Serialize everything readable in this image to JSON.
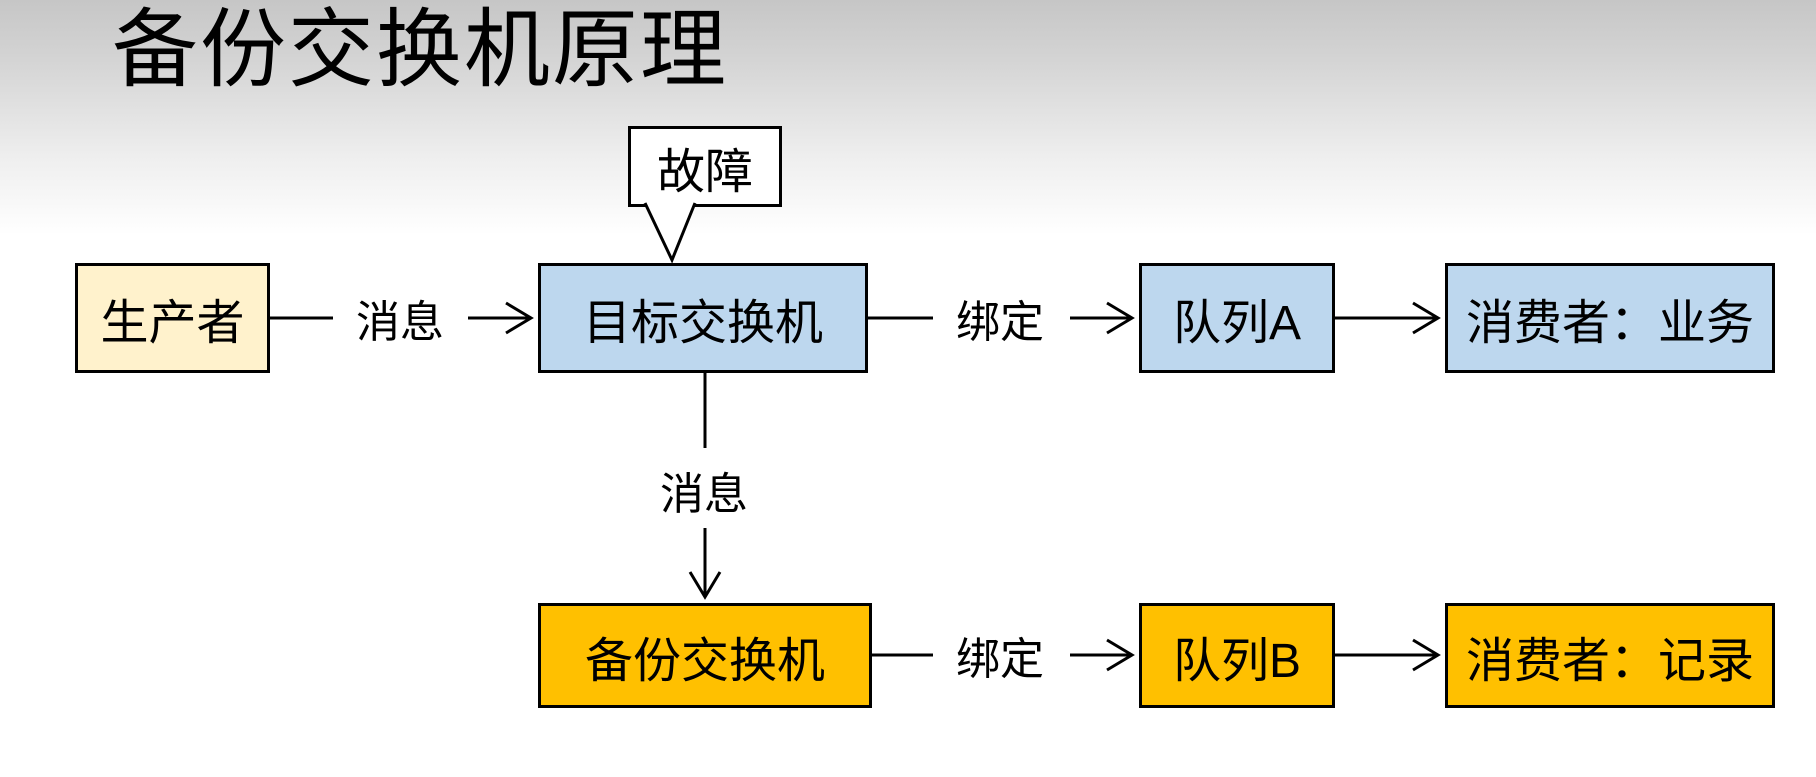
{
  "title": "备份交换机原理",
  "callout": {
    "label": "故障"
  },
  "nodes": {
    "producer": {
      "label": "生产者",
      "fill": "#FFF2CC"
    },
    "target_exchange": {
      "label": "目标交换机",
      "fill": "#BDD7EE"
    },
    "queue_a": {
      "label": "队列A",
      "fill": "#BDD7EE"
    },
    "consumer_business": {
      "label": "消费者：业务",
      "fill": "#BDD7EE"
    },
    "backup_exchange": {
      "label": "备份交换机",
      "fill": "#FFC000"
    },
    "queue_b": {
      "label": "队列B",
      "fill": "#FFC000"
    },
    "consumer_record": {
      "label": "消费者：记录",
      "fill": "#FFC000"
    }
  },
  "edge_labels": {
    "producer_to_target": "消息",
    "target_to_queue_a": "绑定",
    "target_to_backup": "消息",
    "backup_to_queue_b": "绑定"
  },
  "colors": {
    "line_and_border": "#000000",
    "text": "#000000",
    "background_top": "#C6C6C6",
    "background_bottom": "#FFFFFF",
    "callout_fill": "#FFFFFF"
  }
}
